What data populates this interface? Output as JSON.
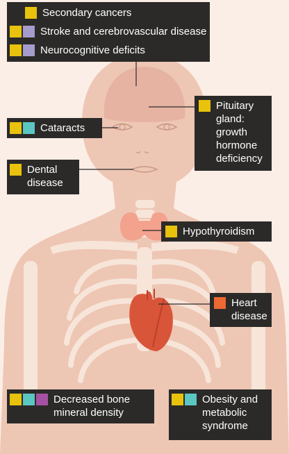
{
  "colors": {
    "gold": "#e8c20c",
    "lavender": "#a59ccd",
    "teal": "#5cc7c1",
    "purple": "#a552a3",
    "orange": "#ee6832",
    "label_bg": "#2b2a29",
    "body_skin": "#eec6b4",
    "bone": "#f7e5d9",
    "thyroid": "#f3a28e",
    "heart": "#d9553a"
  },
  "labels": {
    "secondary_cancers": "Secondary cancers",
    "stroke": "Stroke and cerebrovascular disease",
    "neurocognitive": "Neurocognitive deficits",
    "pituitary": "Pituitary\ngland:\ngrowth\nhormone\ndeficiency",
    "cataracts": "Cataracts",
    "dental": "Dental\ndisease",
    "hypothyroidism": "Hypothyroidism",
    "heart": "Heart\ndisease",
    "bone": "Decreased bone\nmineral density",
    "obesity": "Obesity and\nmetabolic\nsyndrome"
  }
}
